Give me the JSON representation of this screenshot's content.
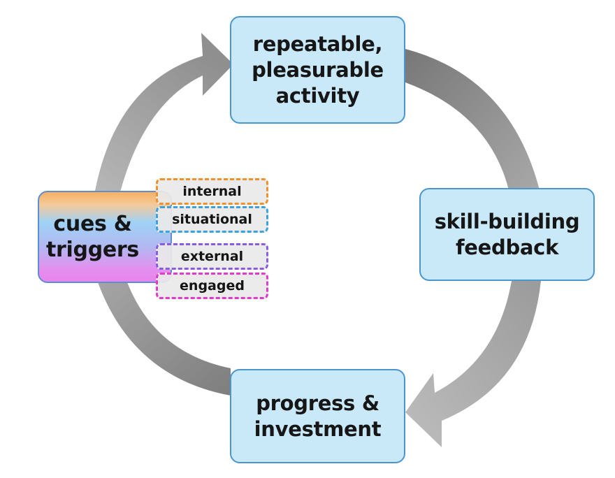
{
  "nodes": {
    "activity": "repeatable,\npleasurable\nactivity",
    "feedback": "skill-building\nfeedback",
    "progress": "progress &\ninvestment",
    "cues": "cues &\ntriggers"
  },
  "triggers": [
    "internal",
    "situational",
    "external",
    "engaged"
  ],
  "colors": {
    "node_fill": "#c9e9f8",
    "node_border": "#4a96cf",
    "arrow": "#9a9a9a",
    "trigger_internal": "#f0922b",
    "trigger_situational": "#3aa2dd",
    "trigger_external": "#8a5ce2",
    "trigger_engaged": "#e23ac9"
  }
}
